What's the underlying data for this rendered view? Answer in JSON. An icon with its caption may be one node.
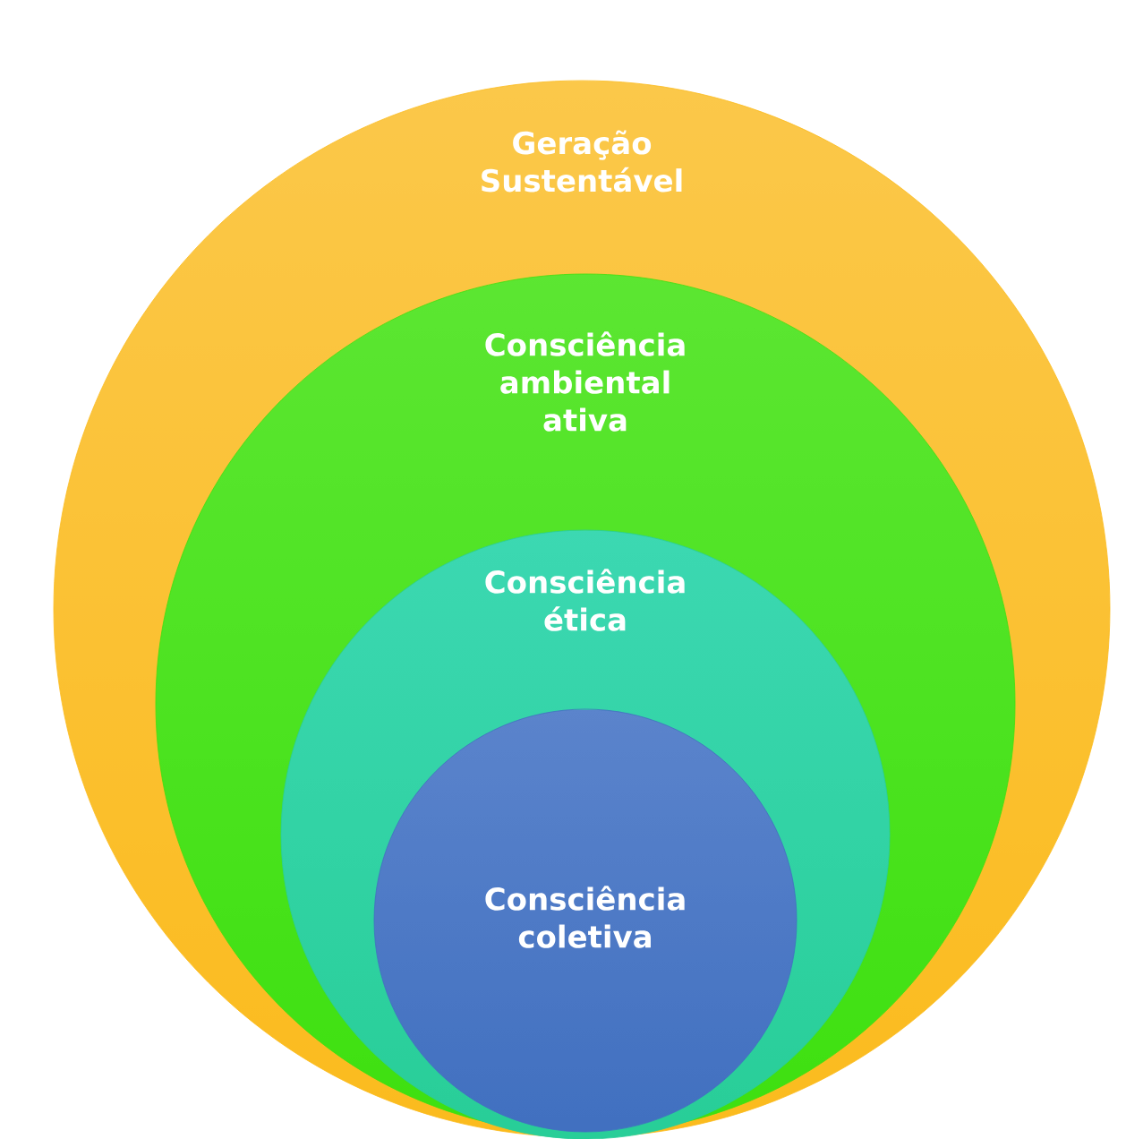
{
  "diagram": {
    "nodes": [
      {
        "text": [
          "Geração Sustentável"
        ]
      },
      {
        "text": [
          "Consciência ambiental ativa"
        ],
        "in": 0
      },
      {
        "text": [
          "Consciência ética"
        ],
        "in": 1
      },
      {
        "text": [
          "Consciência coletiva"
        ],
        "in": 2
      }
    ]
  }
}
